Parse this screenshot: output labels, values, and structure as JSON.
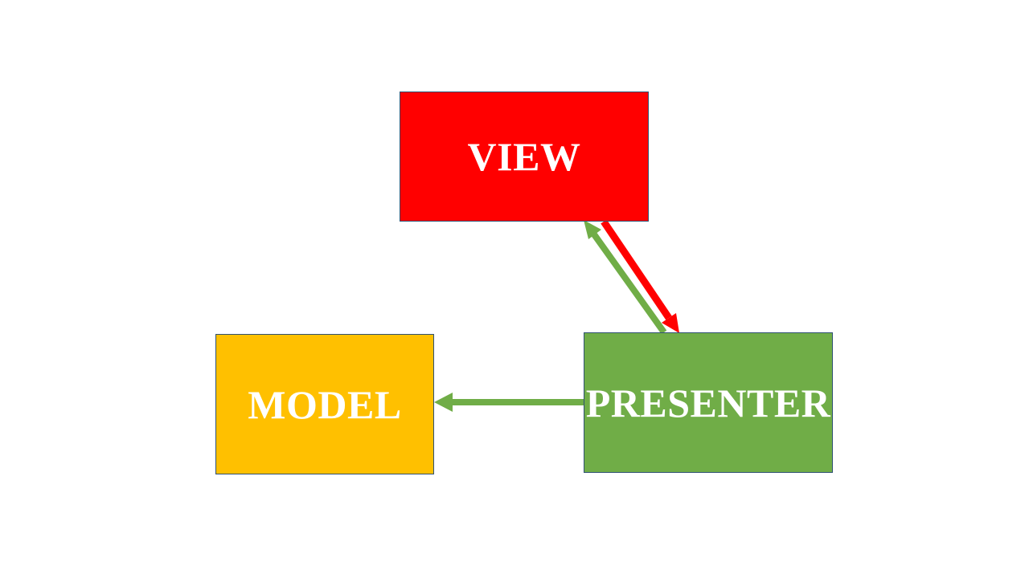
{
  "diagram": {
    "view": {
      "label": "VIEW",
      "color": "#ff0000"
    },
    "presenter": {
      "label": "PRESENTER",
      "color": "#70ad47"
    },
    "model": {
      "label": "MODEL",
      "color": "#ffc000"
    },
    "arrow_colors": {
      "view_to_presenter": "#ff0000",
      "presenter_to_view": "#70ad47",
      "presenter_to_model": "#70ad47"
    },
    "edges": [
      {
        "from": "view",
        "to": "presenter"
      },
      {
        "from": "presenter",
        "to": "view"
      },
      {
        "from": "presenter",
        "to": "model"
      }
    ]
  }
}
